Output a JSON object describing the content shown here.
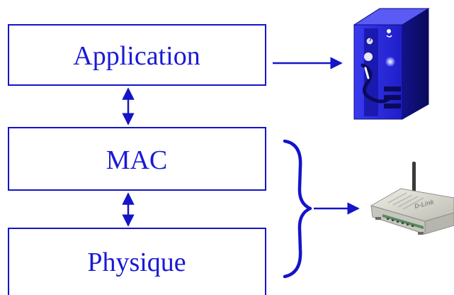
{
  "layers": [
    {
      "label": "Application"
    },
    {
      "label": "MAC"
    },
    {
      "label": "Physique"
    }
  ],
  "colors": {
    "stroke": "#1414c8",
    "text": "#1a1ad6",
    "server_body": "#2f2fe6",
    "server_dark": "#0c0c7a",
    "router_body": "#d8d8d0"
  },
  "router_brand": "D-Link",
  "icons": [
    "server-icon",
    "wireless-router-icon"
  ]
}
